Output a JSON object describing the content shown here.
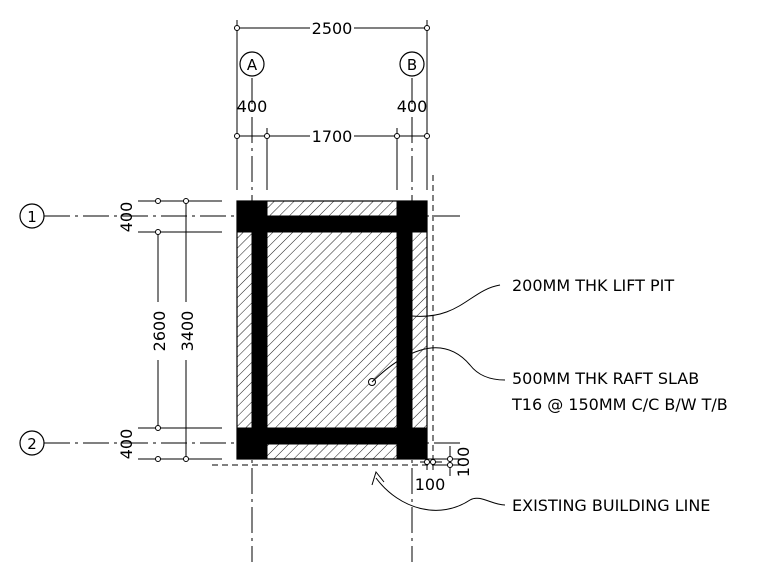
{
  "dimensions": {
    "top_overall": "2500",
    "top_inner": "1700",
    "column_a_width": "400",
    "column_b_width": "400",
    "left_inner": "2600",
    "left_overall": "3400",
    "row_1_depth": "400",
    "row_2_depth": "400",
    "offset_right": "100",
    "offset_bottom": "100"
  },
  "grid": {
    "col_a": "A",
    "col_b": "B",
    "row_1": "1",
    "row_2": "2"
  },
  "labels": {
    "lift_pit": "200MM THK LIFT PIT",
    "raft_line1": "500MM THK RAFT SLAB",
    "raft_line2": "T16 @ 150MM C/C B/W T/B",
    "building_line": "EXISTING BUILDING LINE"
  },
  "colors": {
    "ink": "#000000",
    "background": "#ffffff"
  }
}
